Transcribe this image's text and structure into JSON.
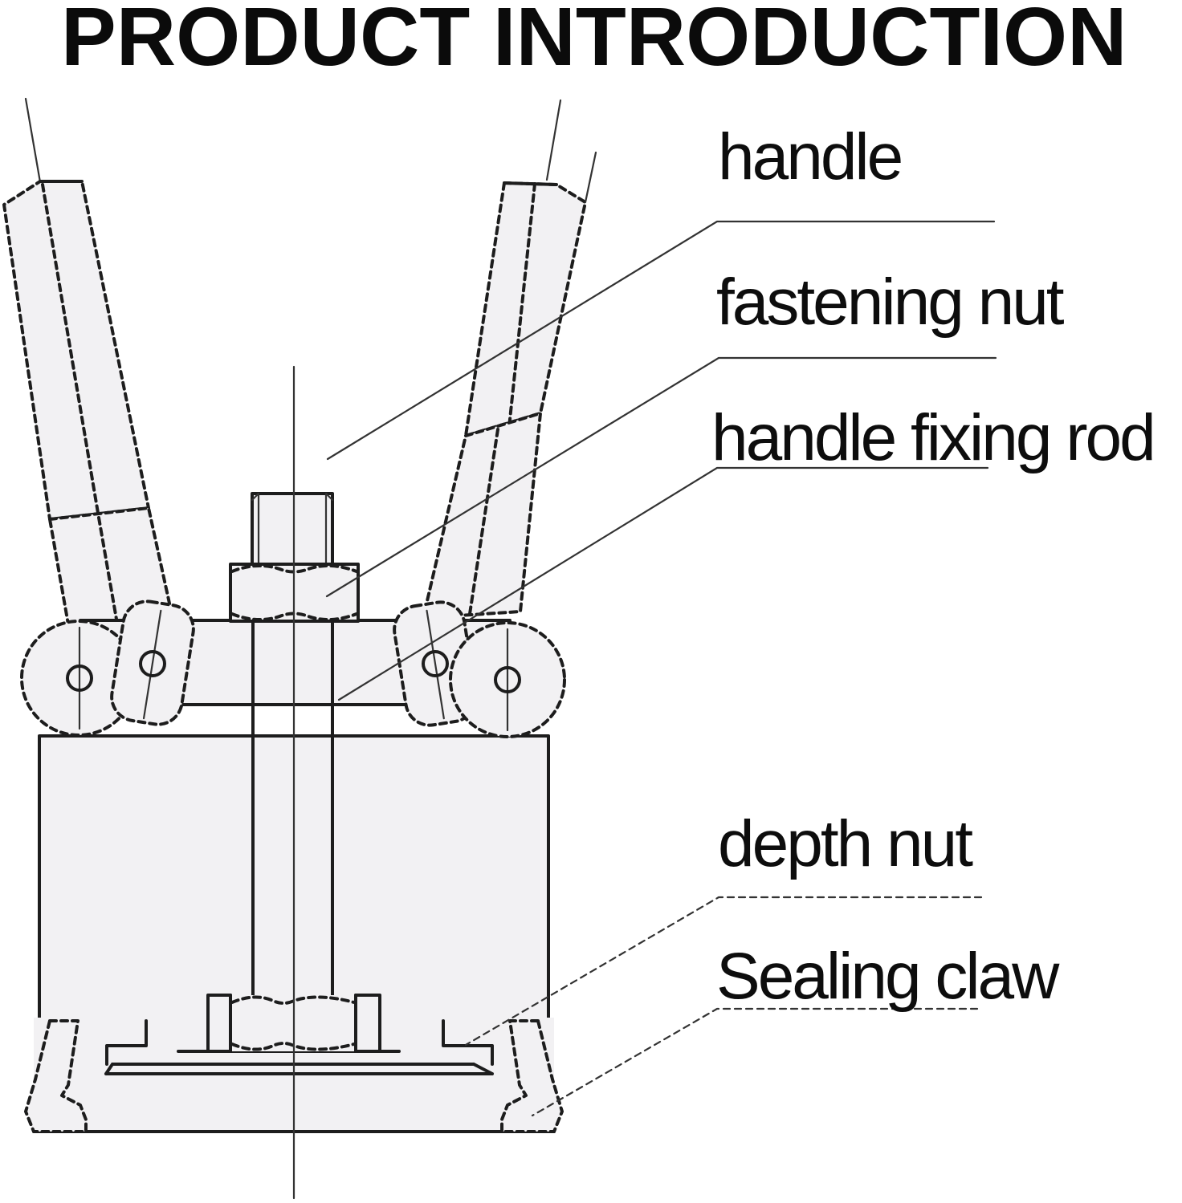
{
  "title": "PRODUCT INTRODUCTION",
  "labels": [
    {
      "id": "handle",
      "text": "handle"
    },
    {
      "id": "fastening-nut",
      "text": "fastening nut"
    },
    {
      "id": "handle-fixing-rod",
      "text": "handle fixing rod"
    },
    {
      "id": "depth-nut",
      "text": "depth nut"
    },
    {
      "id": "sealing-claw",
      "text": "Sealing claw"
    }
  ],
  "diagram": {
    "type": "technical-line-drawing",
    "subject": "can sealing tool cross-section",
    "parts": [
      "handle",
      "fastening nut",
      "handle fixing rod",
      "depth nut",
      "Sealing claw"
    ],
    "colors": {
      "background": "#ffffff",
      "outline": "#1d1d1d",
      "leader_line": "#333333",
      "part_fill": "#f2f1f3",
      "text": "#0d0d0d"
    }
  }
}
